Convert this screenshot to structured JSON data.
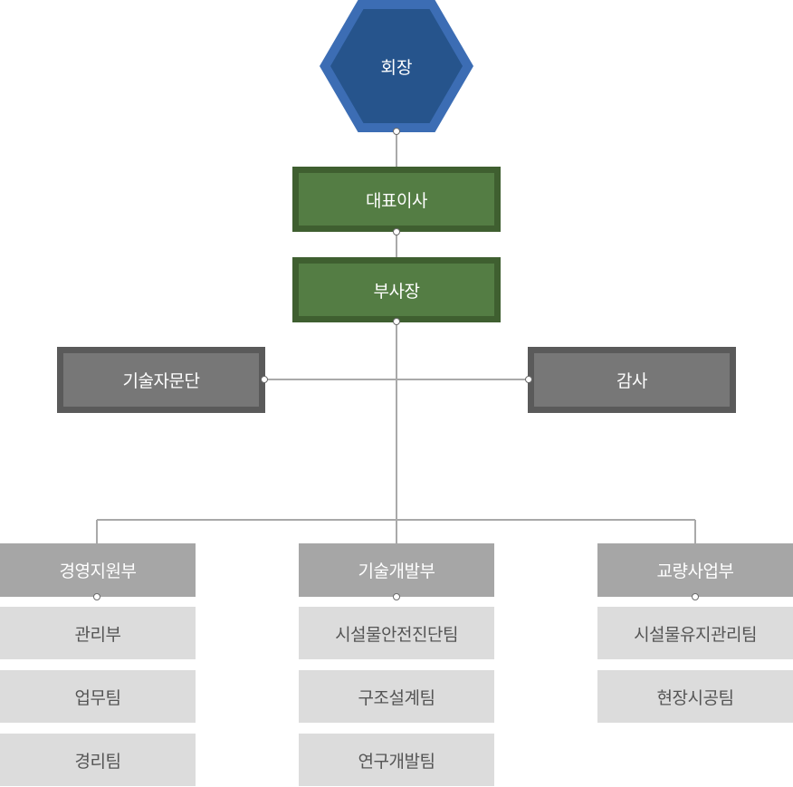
{
  "chairman": {
    "label": "회장"
  },
  "ceo": {
    "label": "대표이사"
  },
  "vice_president": {
    "label": "부사장"
  },
  "advisory": {
    "label": "기술자문단"
  },
  "audit": {
    "label": "감사"
  },
  "divisions": [
    {
      "label": "경영지원부",
      "teams": [
        "관리부",
        "업무팀",
        "경리팀"
      ]
    },
    {
      "label": "기술개발부",
      "teams": [
        "시설물안전진단팀",
        "구조설계팀",
        "연구개발팀"
      ]
    },
    {
      "label": "교량사업부",
      "teams": [
        "시설물유지관리팀",
        "현장시공팀"
      ]
    }
  ],
  "colors": {
    "chairman_outer": "#3c6db4",
    "chairman_inner": "#26548c",
    "executive_fill": "#547d44",
    "executive_border": "#3f5f30",
    "staff_fill": "#777777",
    "staff_border": "#5a5a5a",
    "division_fill": "#a6a6a6",
    "team_fill": "#dcdcdc",
    "connector": "#a6a6a6"
  }
}
